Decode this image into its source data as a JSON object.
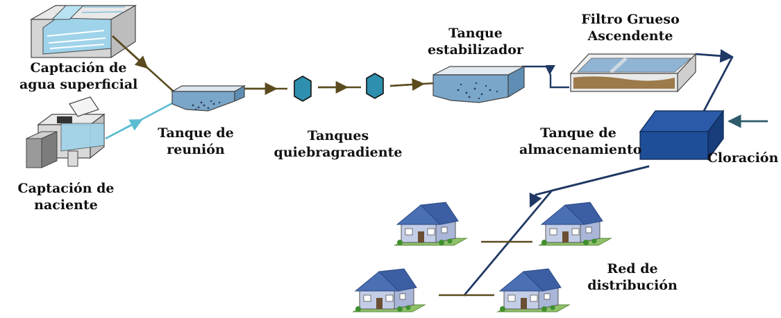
{
  "labels": {
    "captacion_superficial": [
      "Captación de",
      "agua superficial"
    ],
    "captacion_naciente": [
      "Captación de",
      "naciente"
    ],
    "tanque_reunion": [
      "Tanque de",
      "reunión"
    ],
    "tanques_quiebra": [
      "Tanques",
      "quiebragradiente"
    ],
    "tanque_estabilizador": [
      "Tanque",
      "estabilizador"
    ],
    "filtro": [
      "Filtro Grueso",
      "Ascendente"
    ],
    "tanque_almacenamiento": [
      "Tanque de",
      "almacenamiento"
    ],
    "cloracion": "Cloración",
    "red": [
      "Red de",
      "distribución"
    ]
  },
  "colors": {
    "brown_line": "#5a4a1e",
    "cyan_line": "#5bbcd2",
    "navy_line": "#1f3864",
    "hexagon": "#2f8fae",
    "storage_tank": "#1f4e99",
    "chlorination_arrow": "#2e5a6b",
    "tank_water": "#7aa6c9",
    "roof": "#4a6fb3",
    "house_wall": "#c3cde6",
    "lawn": "#8fc06a"
  }
}
